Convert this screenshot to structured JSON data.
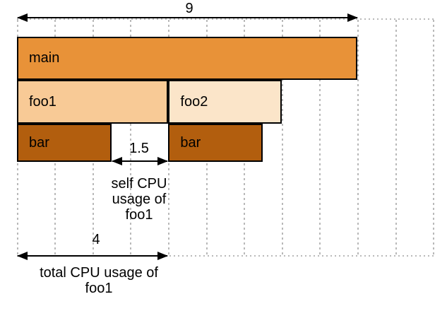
{
  "diagram": {
    "kind": "flame-graph-cpu-usage-illustration",
    "total_units": 9
  },
  "frames": [
    {
      "id": "main",
      "label": "main",
      "row": 0,
      "start": 0,
      "width": 9,
      "fill": "#E89238"
    },
    {
      "id": "foo1",
      "label": "foo1",
      "row": 1,
      "start": 0,
      "width": 4,
      "fill": "#F8CA96"
    },
    {
      "id": "foo2",
      "label": "foo2",
      "row": 1,
      "start": 4,
      "width": 3,
      "fill": "#FBE5C9"
    },
    {
      "id": "bar-left",
      "label": "bar",
      "row": 2,
      "start": 0,
      "width": 2.5,
      "fill": "#B25E0E"
    },
    {
      "id": "bar-right",
      "label": "bar",
      "row": 2,
      "start": 4,
      "width": 2.5,
      "fill": "#B25E0E"
    }
  ],
  "measurements": {
    "top": {
      "value": "9"
    },
    "self": {
      "value": "1.5",
      "caption": "self CPU\nusage of\nfoo1"
    },
    "total": {
      "value": "4",
      "caption": "total CPU usage of\nfoo1"
    }
  },
  "colors": {
    "frame_border": "#000000",
    "grid": "#b9b9b9",
    "arrow": "#000000",
    "background": "#ffffff"
  }
}
